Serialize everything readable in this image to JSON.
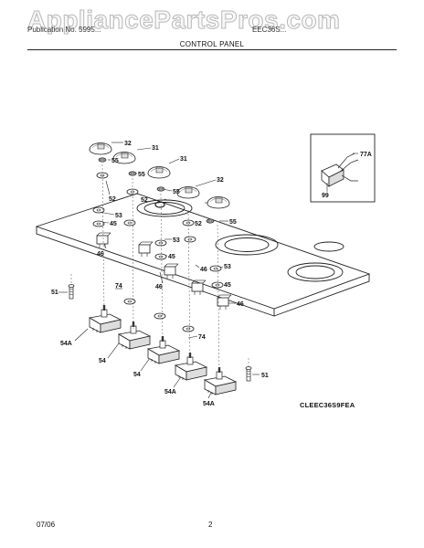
{
  "header": {
    "watermark": "AppliancePartsPros.com",
    "brand_line": "Publication No. 5995...",
    "model_line": "EEC36S...",
    "section_title": "CONTROL PANEL"
  },
  "callouts": {
    "c32a": "32",
    "c31a": "31",
    "c55a": "55",
    "c31b": "31",
    "c55b": "55",
    "c52a": "52",
    "c55c": "55",
    "c32b": "32",
    "c52b": "52",
    "c53a": "53",
    "c45a": "45",
    "c46a": "46",
    "c55d": "55",
    "c52c": "52",
    "c53b": "53",
    "c45b": "45",
    "c46b": "46",
    "c46c": "46",
    "c53c": "53",
    "c45c": "45",
    "c46d": "46",
    "c51a": "51",
    "c74a": "74",
    "c54Aa": "54A",
    "c54a": "54",
    "c54b": "54",
    "c74b": "74",
    "c54Ab": "54A",
    "c54Ac": "54A",
    "c51b": "51",
    "c77A": "77A",
    "c99": "99"
  },
  "model_code": "CLEEC36S9FEA",
  "footer": {
    "date": "07/06",
    "page": "2"
  },
  "colors": {
    "line": "#222222",
    "background": "#ffffff",
    "watermark_stroke": "#b9b9b9"
  }
}
